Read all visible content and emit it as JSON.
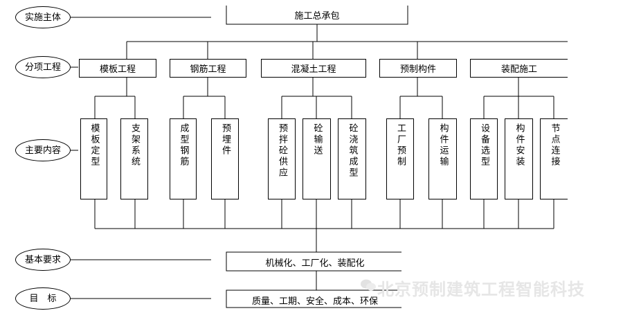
{
  "rows": {
    "entity": "实施主体",
    "subitems": "分项工程",
    "content": "主要内容",
    "requirement": "基本要求",
    "goal": "目　标"
  },
  "top_box": "施工总承包",
  "subitems": [
    "模板工程",
    "钢筋工程",
    "混凝土工程",
    "预制构件",
    "装配施工"
  ],
  "content_items": {
    "formwork": [
      "模板定型",
      "支架系统"
    ],
    "rebar": [
      "成型钢筋",
      "预埋件"
    ],
    "concrete": [
      "预拌砼供应",
      "砼输送",
      "砼浇筑成型"
    ],
    "precast": [
      "工厂预制",
      "构件运输"
    ],
    "assembly": [
      "设备选型",
      "构件安装",
      "节点连接"
    ]
  },
  "requirement_box": "机械化、工厂化、装配化",
  "goal_box": "质量、工期、安全、成本、环保",
  "watermark": "北京预制建筑工程智能科技"
}
